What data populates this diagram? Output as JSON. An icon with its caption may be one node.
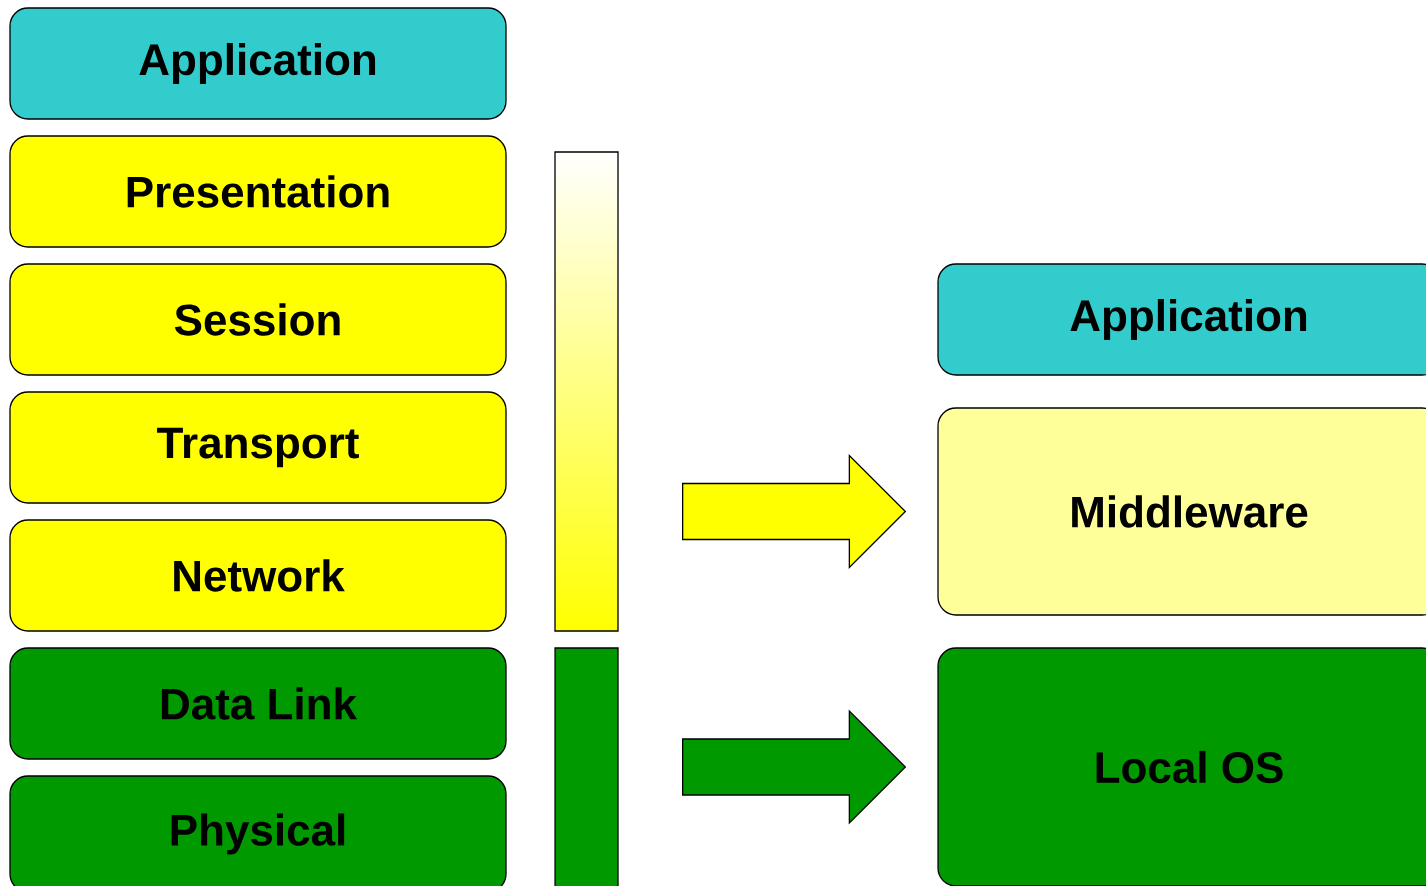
{
  "diagram": {
    "nodes": [
      {
        "text": [
          "Application"
        ]
      },
      {
        "text": [
          "Presentation"
        ]
      },
      {
        "text": [
          "Session"
        ]
      },
      {
        "text": [
          "Transport"
        ]
      },
      {
        "text": [
          "Network"
        ]
      },
      {
        "text": [
          "Data Link"
        ]
      },
      {
        "text": [
          "Physical"
        ]
      },
      {
        "text": [],
        "shape": "bar"
      },
      {
        "text": [],
        "shape": "bar"
      },
      {
        "text": [
          "Application"
        ]
      },
      {
        "text": [
          "Middleware"
        ]
      },
      {
        "text": [
          "Local OS"
        ]
      }
    ],
    "edges": [
      {
        "from": 7,
        "to": 10,
        "arrow": "to",
        "color": "#ffff00"
      },
      {
        "from": 8,
        "to": 11,
        "arrow": "to",
        "color": "#009900"
      }
    ]
  }
}
